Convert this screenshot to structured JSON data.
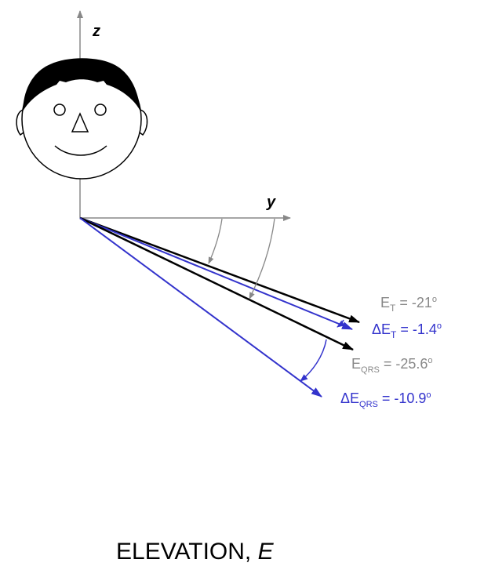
{
  "axes": {
    "z_label": "z",
    "y_label": "y"
  },
  "labels": {
    "et": {
      "base": "E",
      "sub": "T",
      "rest": " = -21",
      "deg": "o"
    },
    "det": {
      "base": "ΔE",
      "sub": "T",
      "rest": " = -1.4",
      "deg": "o"
    },
    "eqrs": {
      "base": "E",
      "sub": "QRS",
      "rest": " = -25.6",
      "deg": "o"
    },
    "deqrs": {
      "base": "ΔE",
      "sub": "QRS",
      "rest": " = -10.9",
      "deg": "o"
    }
  },
  "title": {
    "main": "ELEVATION, ",
    "italic": "E"
  },
  "colors": {
    "axis": "#888888",
    "black_vector": "#000000",
    "blue_vector": "#3333cc",
    "gray_text": "#888888",
    "blue_text": "#3333cc",
    "hair": "#000000"
  },
  "angles_deg": {
    "E_T": -21,
    "dE_T": -1.4,
    "E_QRS": -25.6,
    "dE_QRS": -10.9
  }
}
